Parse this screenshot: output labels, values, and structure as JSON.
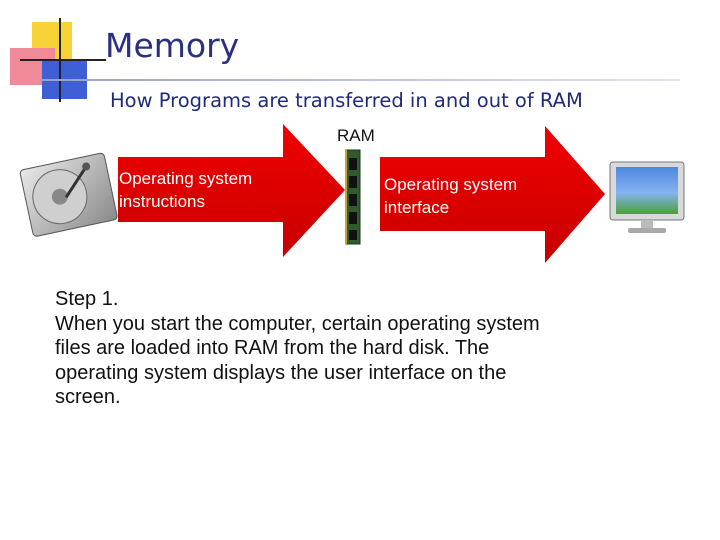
{
  "slide": {
    "title": "Memory",
    "subtitle": "How Programs are transferred in and out of RAM"
  },
  "diagram": {
    "ram_label": "RAM",
    "arrow_left_lines": [
      "Operating system",
      "instructions"
    ],
    "arrow_right_lines": [
      "Operating system",
      "interface"
    ],
    "arrow_color": "#e00000",
    "icons": [
      "hard-disk-icon",
      "ram-module-icon",
      "monitor-icon"
    ]
  },
  "body": {
    "lines": [
      "Step 1.",
      "When you start the computer, certain operating system",
      "files are loaded into RAM from the hard disk. The",
      "operating system displays the user interface on the",
      "screen."
    ]
  },
  "colors": {
    "title": "#2a2f80",
    "accent_yellow": "#f7d337",
    "accent_pink": "#f08a98",
    "accent_blue": "#3f5fd6"
  }
}
